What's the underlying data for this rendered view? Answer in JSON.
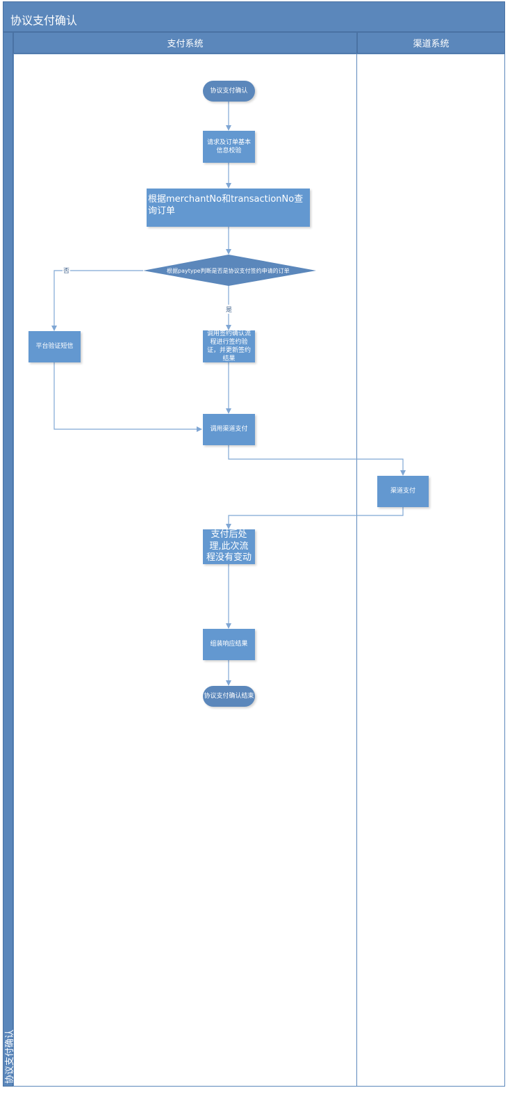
{
  "title": "协议支付确认",
  "side_label": "协议支付确认",
  "lanes": {
    "payment": "支付系统",
    "channel": "渠道系统"
  },
  "nodes": {
    "start": "协议支付确认",
    "validate": "请求及订单基本信息校验",
    "query": "根据merchantNo和transactionNo查询订单",
    "decision": "根据paytype判断是否是协议支付签约申请的订单",
    "sms": "平台验证短信",
    "sign": "调用签约确认流程进行签约验证，并更新签约结果",
    "call_channel": "调用渠道支付",
    "channel_pay": "渠道支付",
    "post_process": "支付后处理,此次流程没有变动",
    "assemble": "组装响应结果",
    "end": "协议支付确认结束"
  },
  "edge_labels": {
    "no": "否",
    "yes": "是"
  },
  "colors": {
    "lane_header": "#5b87bb",
    "node_fill": "#6398d0",
    "connector": "#7fa6d4"
  }
}
